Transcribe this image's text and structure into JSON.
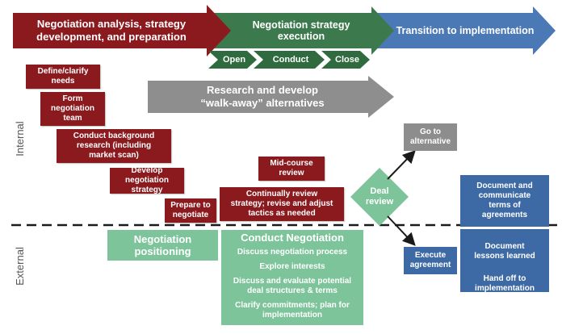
{
  "colors": {
    "phase1": "#8b1a1f",
    "phase2": "#3c7a4e",
    "phase3": "#4a79b5",
    "sub": "#2f6b3f",
    "grey_arrow": "#8e8e8e",
    "red_box": "#8b1a1f",
    "green_box": "#7ec49b",
    "blue_box": "#3d6aa5",
    "grey_box": "#8d8d8d",
    "diamond": "#7ec49b"
  },
  "phases": {
    "p1": "Negotiation analysis, strategy\ndevelopment, and preparation",
    "p2": "Negotiation strategy execution",
    "p3": "Transition to implementation"
  },
  "sub_phases": {
    "open": "Open",
    "conduct": "Conduct",
    "close": "Close"
  },
  "research_arrow": "Research and develop\n“walk-away” alternatives",
  "side_labels": {
    "internal": "Internal",
    "external": "External"
  },
  "internal_steps": {
    "define": "Define/clarify\nneeds",
    "form": "Form\nnegotiation\nteam",
    "research": "Conduct background\nresearch (including\nmarket scan)",
    "develop": "Develop negotiation\nstrategy",
    "prepare": "Prepare to\nnegotiate",
    "midcourse": "Mid-course\nreview",
    "continually": "Continually review\nstrategy; revise and adjust\ntactics as needed"
  },
  "positioning": "Negotiation\npositioning",
  "conduct_box": {
    "title": "Conduct Negotiation",
    "items": [
      "Discuss negotiation process",
      "Explore interests",
      "Discuss and evaluate potential\ndeal structures & terms",
      "Clarify commitments; plan for\nimplementation"
    ]
  },
  "deal_review": "Deal\nreview",
  "go_to_alternative": "Go to\nalternative",
  "execute_agreement": "Execute\nagreement",
  "document_box": "Document and\ncommunicate\nterms of\nagreements",
  "lessons_box": {
    "line1": "Document\nlessons learned",
    "line2": "Hand off to\nimplementation\nteam/s"
  }
}
